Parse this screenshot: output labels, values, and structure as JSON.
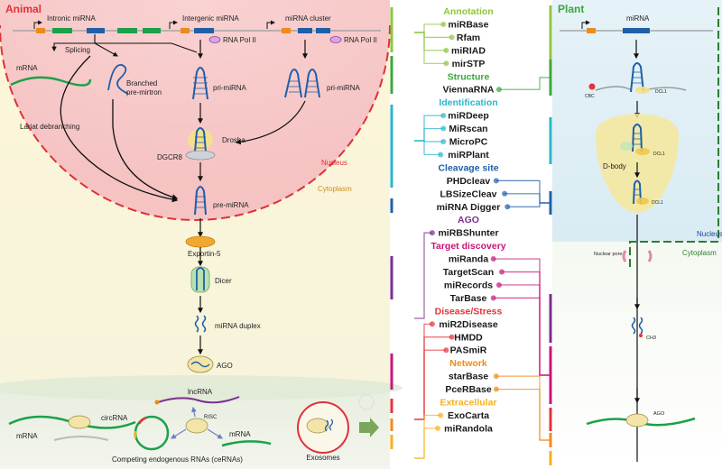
{
  "animal": {
    "title": "Animal",
    "intronic": "Intronic miRNA",
    "intergenic": "Intergenic miRNA",
    "cluster": "miRNA cluster",
    "polii": "RNA Pol II",
    "splicing": "Splicing",
    "mrna": "mRNA",
    "branched_l1": "Branched",
    "branched_l2": "pre-mirtron",
    "primirna": "pri-miRNA",
    "lariat": "Lariat debranching",
    "drosha": "Drosha",
    "dgcr8": "DGCR8",
    "nucleus": "Nucleus",
    "cytoplasm": "Cytoplasm",
    "premirna": "pre-miRNA",
    "exportin": "Exportin-5",
    "dicer": "Dicer",
    "duplex": "miRNA duplex",
    "ago": "AGO",
    "lncrna": "lncRNA",
    "risc": "RISC",
    "circrna": "circRNA",
    "cerna": "Competing endogenous RNAs (ceRNAs)",
    "exosomes": "Exosomes"
  },
  "plant": {
    "title": "Plant",
    "mirna": "miRNA",
    "cbc": "CBC",
    "dcl1": "DCL1",
    "dbody": "D-body",
    "nucleus": "Nucleus",
    "nuclear_pore": "Nuclear pore",
    "cytoplasm": "Cytoplasm",
    "ch3": "CH3",
    "ago": "AGO"
  },
  "categories": [
    {
      "name": "Annotation",
      "color": "#8cc63f",
      "tools": [
        "miRBase",
        "Rfam",
        "miRIAD",
        "mirSTP"
      ]
    },
    {
      "name": "Structure",
      "color": "#3ca63c",
      "tools": [
        "ViennaRNA"
      ]
    },
    {
      "name": "Identification",
      "color": "#2bb6c9",
      "tools": [
        "miRDeep",
        "MiRscan",
        "MicroPC",
        "miRPlant"
      ]
    },
    {
      "name": "Cleavage site",
      "color": "#1f5fa8",
      "tools": [
        "PHDcleav",
        "LBSizeCleav",
        "miRNA Digger"
      ]
    },
    {
      "name": "AGO",
      "color": "#7b2e8e",
      "tools": [
        "miRBShunter"
      ]
    },
    {
      "name": "Target discovery",
      "color": "#c8157a",
      "tools": [
        "miRanda",
        "TargetScan",
        "miRecords",
        "TarBase"
      ]
    },
    {
      "name": "Disease/Stress",
      "color": "#e53238",
      "tools": [
        "miR2Disease",
        "HMDD",
        "PASmiR"
      ]
    },
    {
      "name": "Network",
      "color": "#f08a1c",
      "tools": [
        "starBase",
        "PceRBase"
      ]
    },
    {
      "name": "Extracellular",
      "color": "#f5b21c",
      "tools": [
        "ExoCarta",
        "miRandola"
      ]
    }
  ]
}
